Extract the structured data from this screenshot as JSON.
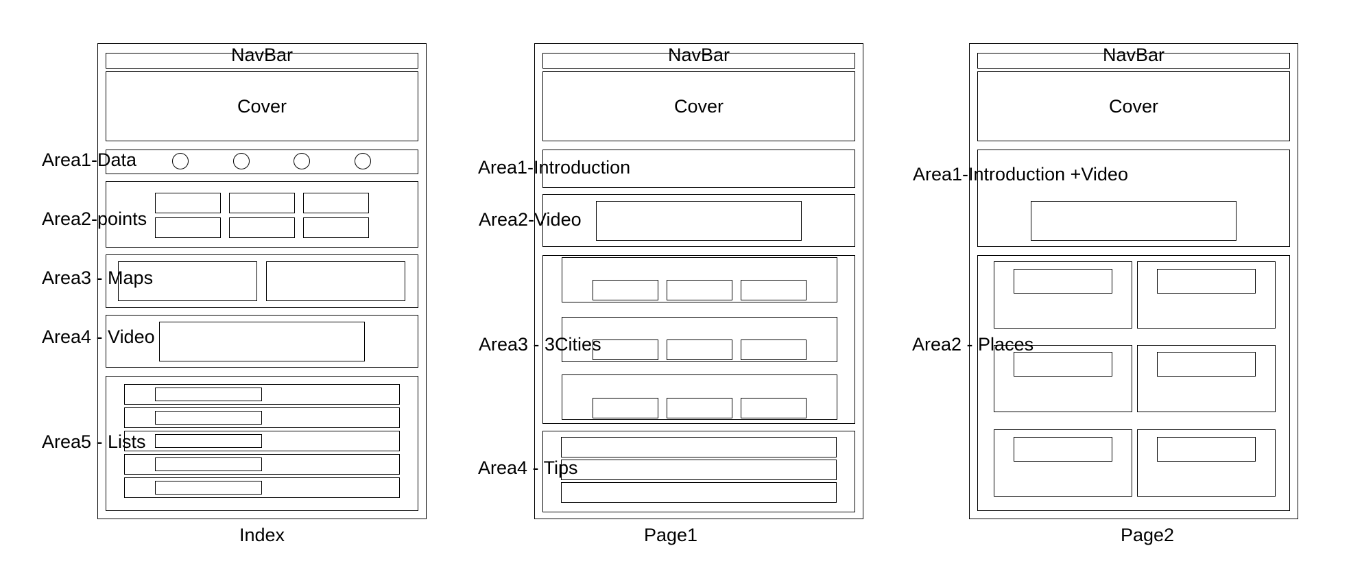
{
  "index": {
    "caption": "Index",
    "navbar": "NavBar",
    "cover": "Cover",
    "areas": [
      "Area1-Data",
      "Area2-points",
      "Area3 - Maps",
      "Area4 - Video",
      "Area5 - Lists"
    ]
  },
  "page1": {
    "caption": "Page1",
    "navbar": "NavBar",
    "cover": "Cover",
    "areas": [
      "Area1-Introduction",
      "Area2-Video",
      "Area3 - 3Cities",
      "Area4 - Tips"
    ]
  },
  "page2": {
    "caption": "Page2",
    "navbar": "NavBar",
    "cover": "Cover",
    "areas": [
      "Area1-Introduction +Video",
      "Area2 - Places"
    ]
  }
}
